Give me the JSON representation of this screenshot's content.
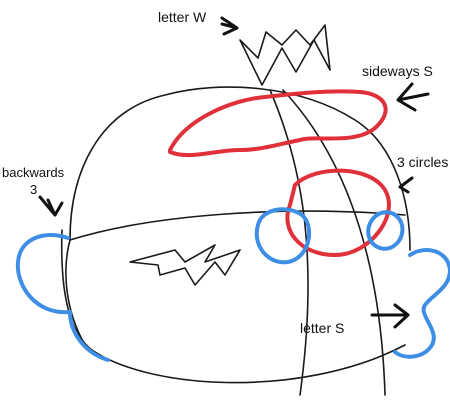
{
  "labels": {
    "letter_w": "letter W",
    "sideways_s": "sideways S",
    "three_circles": "3 circles",
    "backwards_three_line1": "backwards",
    "backwards_three_line2": "3",
    "letter_s": "letter S"
  },
  "colors": {
    "outline": "#1a1a1a",
    "red_guides": "#e0303a",
    "blue_guides": "#3f8ee6",
    "background": "#ffffff"
  }
}
